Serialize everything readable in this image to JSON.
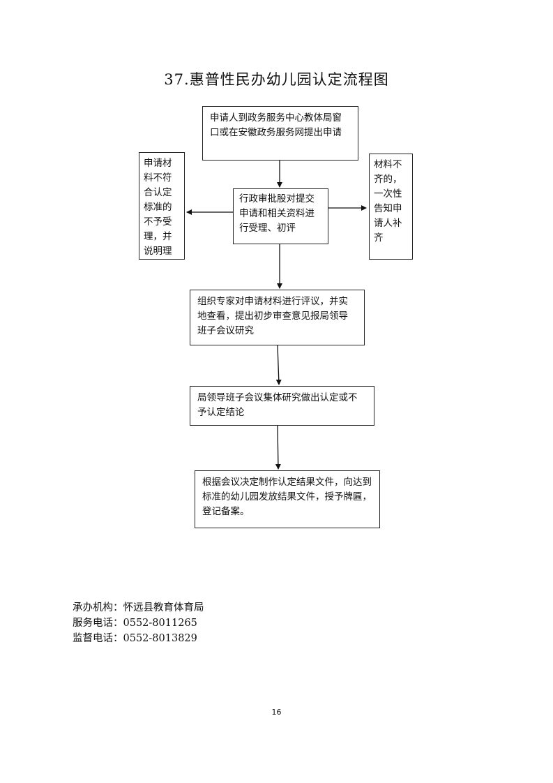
{
  "title": "37.惠普性民办幼儿园认定流程图",
  "flow": {
    "step1": "申请人到政务服务中心教体局窗\n口或在安徽政务服务网提出申请",
    "step2": "行政审批股对提交\n申请和相关资料进\n行受理、初评",
    "left_branch": "申请材\n料不符\n合认定\n标准的\n不予受\n理，并\n说明理",
    "right_branch": "材料不\n齐的，\n一次性\n告知申\n请人补\n齐",
    "step3": "组织专家对申请材料进行评议，并实\n地查看，提出初步审查意见报局领导\n班子会议研究",
    "step4": "局领导班子会议集体研究做出认定或不\n予认定结论",
    "step5": "根据会议决定制作认定结果文件，向达到\n标准的幼儿园发放结果文件，授予牌匾，\n登记备案。"
  },
  "footer": {
    "org": "承办机构：怀远县教育体育局",
    "service_phone": "服务电话：0552-8011265",
    "supervise_phone": "监督电话：0552-8013829"
  },
  "page_number": "16"
}
